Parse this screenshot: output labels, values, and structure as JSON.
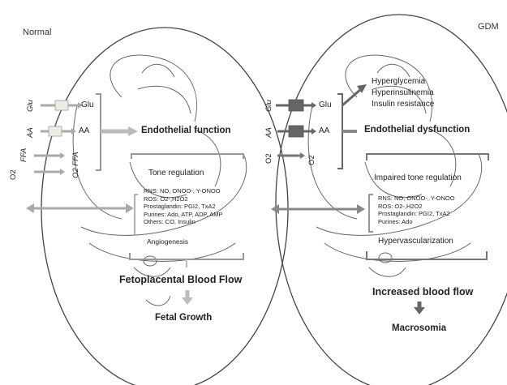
{
  "panels": {
    "left_title": "Normal",
    "right_title": "GDM"
  },
  "left": {
    "nutrients": {
      "glu": "Glu",
      "aa": "AA",
      "ffa": "FFA",
      "o2": "O2"
    },
    "outputs": {
      "glu": "Glu",
      "aa": "AA",
      "o2": "O2 FFA"
    },
    "endothelial": "Endothelial function",
    "tone": "Tone regulation",
    "mediators": [
      "RNS: NO, ONOO-, Y-ONOO",
      "ROS: O2-,H2O2",
      "Prostaglandin: PGI2, TxA2",
      "Purines: Ado, ATP, ADP, AMP",
      "Others: CO, Insulin"
    ],
    "angiogenesis": "Angiogenesis",
    "blood_flow": "Fetoplacental Blood Flow",
    "growth": "Fetal Growth"
  },
  "right": {
    "nutrients": {
      "glu": "Glu",
      "aa": "AA",
      "o2": "O2"
    },
    "outputs": {
      "glu": "Glu",
      "aa": "AA",
      "o2": "O2"
    },
    "effects": [
      "Hyperglycemia",
      "Hyperinsulinemia",
      "Insulin resistance"
    ],
    "endothelial": "Endothelial dysfunction",
    "tone": "Impaired tone regulation",
    "mediators": [
      "RNS: NO, ONOO-, Y-ONOO",
      "ROS: O2-,H2O2",
      "Prostaglandin: PGI2, TxA2",
      "Purines: Ado"
    ],
    "hypervascularization": "Hypervascularization",
    "blood_flow": "Increased blood flow",
    "outcome": "Macrosomia"
  }
}
